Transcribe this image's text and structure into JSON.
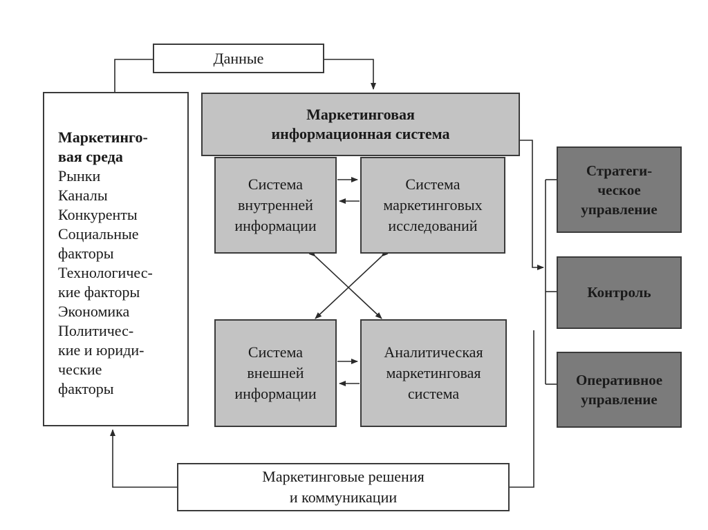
{
  "diagram": {
    "data_label": "Данные",
    "mis_title": [
      "Маркетинговая",
      "информационная система"
    ],
    "internal": [
      "Система",
      "внутренней",
      "информации"
    ],
    "research": [
      "Система",
      "маркетинговых",
      "исследований"
    ],
    "external": [
      "Система",
      "внешней",
      "информации"
    ],
    "analytic": [
      "Аналитическая",
      "маркетинговая",
      "система"
    ],
    "environment": {
      "title": [
        "Маркетинго-",
        "вая среда"
      ],
      "items": [
        "Рынки",
        "Каналы",
        "Конкуренты",
        "Социальные",
        "факторы",
        "Технологичес-",
        "кие факторы",
        "Экономика",
        "Политичес-",
        "кие и юриди-",
        "ческие",
        "факторы"
      ]
    },
    "decisions": [
      "Маркетинговые решения",
      "и коммуникации"
    ],
    "strategic": [
      "Стратеги-",
      "ческое",
      "управление"
    ],
    "control": "Контроль",
    "operative": [
      "Оперативное",
      "управление"
    ]
  }
}
